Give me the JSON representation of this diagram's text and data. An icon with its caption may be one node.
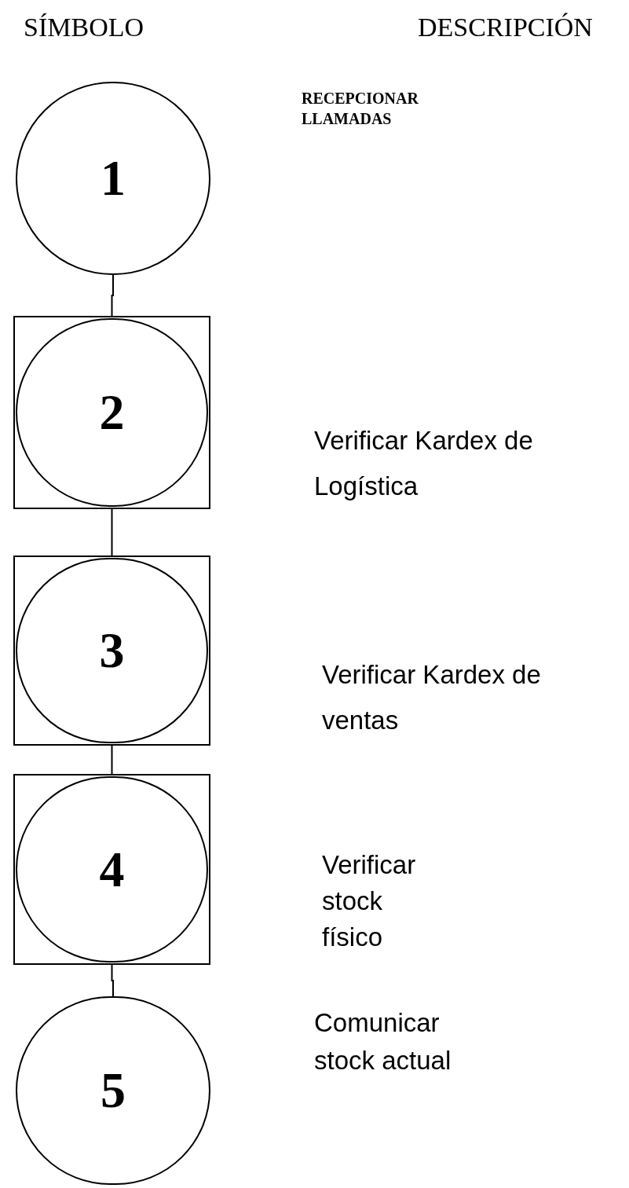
{
  "diagram": {
    "nodes": [
      {
        "text": [
          "1"
        ]
      },
      {
        "text": [],
        "shape": "box"
      },
      {
        "text": [
          "2"
        ],
        "in": 1
      },
      {
        "text": [],
        "shape": "box"
      },
      {
        "text": [
          "3"
        ],
        "in": 3
      },
      {
        "text": [],
        "shape": "box"
      },
      {
        "text": [
          "4"
        ],
        "in": 5
      },
      {
        "text": [
          "5"
        ]
      }
    ],
    "edges": [
      {
        "from": 0,
        "to": 1,
        "arrow": "none"
      },
      {
        "from": 1,
        "to": 3,
        "arrow": "none"
      },
      {
        "from": 3,
        "to": 5,
        "arrow": "none"
      },
      {
        "from": 5,
        "to": 7,
        "arrow": "none"
      }
    ],
    "labels": [
      "SÍMBOLO",
      "DESCRIPCIÓN",
      "RECEPCIONAR LLAMADAS",
      "Verificar Kardex de Logística",
      "Verificar Kardex de ventas",
      "Verificar stock físico",
      "Comunicar stock actual"
    ]
  }
}
